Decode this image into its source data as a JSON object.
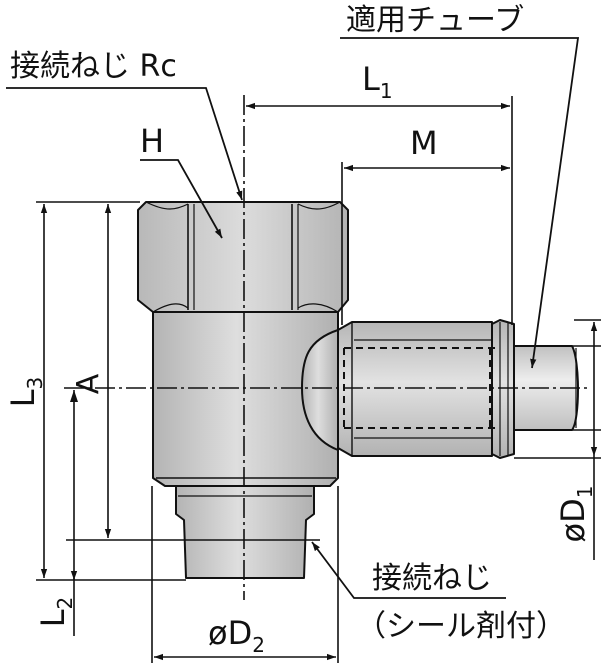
{
  "labels": {
    "tube": "適用チューブ",
    "connect_rc": "接続ねじ Rc",
    "l1_main": "L",
    "l1_sub": "1",
    "m": "M",
    "h": "H",
    "a": "A",
    "l3_main": "L",
    "l3_sub": "3",
    "l2_main": "L",
    "l2_sub": "2",
    "d1_prefix": "øD",
    "d1_sub": "1",
    "d2_prefix": "øD",
    "d2_sub": "2",
    "connect_bottom": "接続ねじ",
    "sealant": "（シール剤付）"
  },
  "colors": {
    "line": "#111111",
    "body_light": "#d6d6d6",
    "body_mid": "#c2c2c2",
    "body_dark": "#a8a8a8",
    "highlight": "#ededed"
  }
}
